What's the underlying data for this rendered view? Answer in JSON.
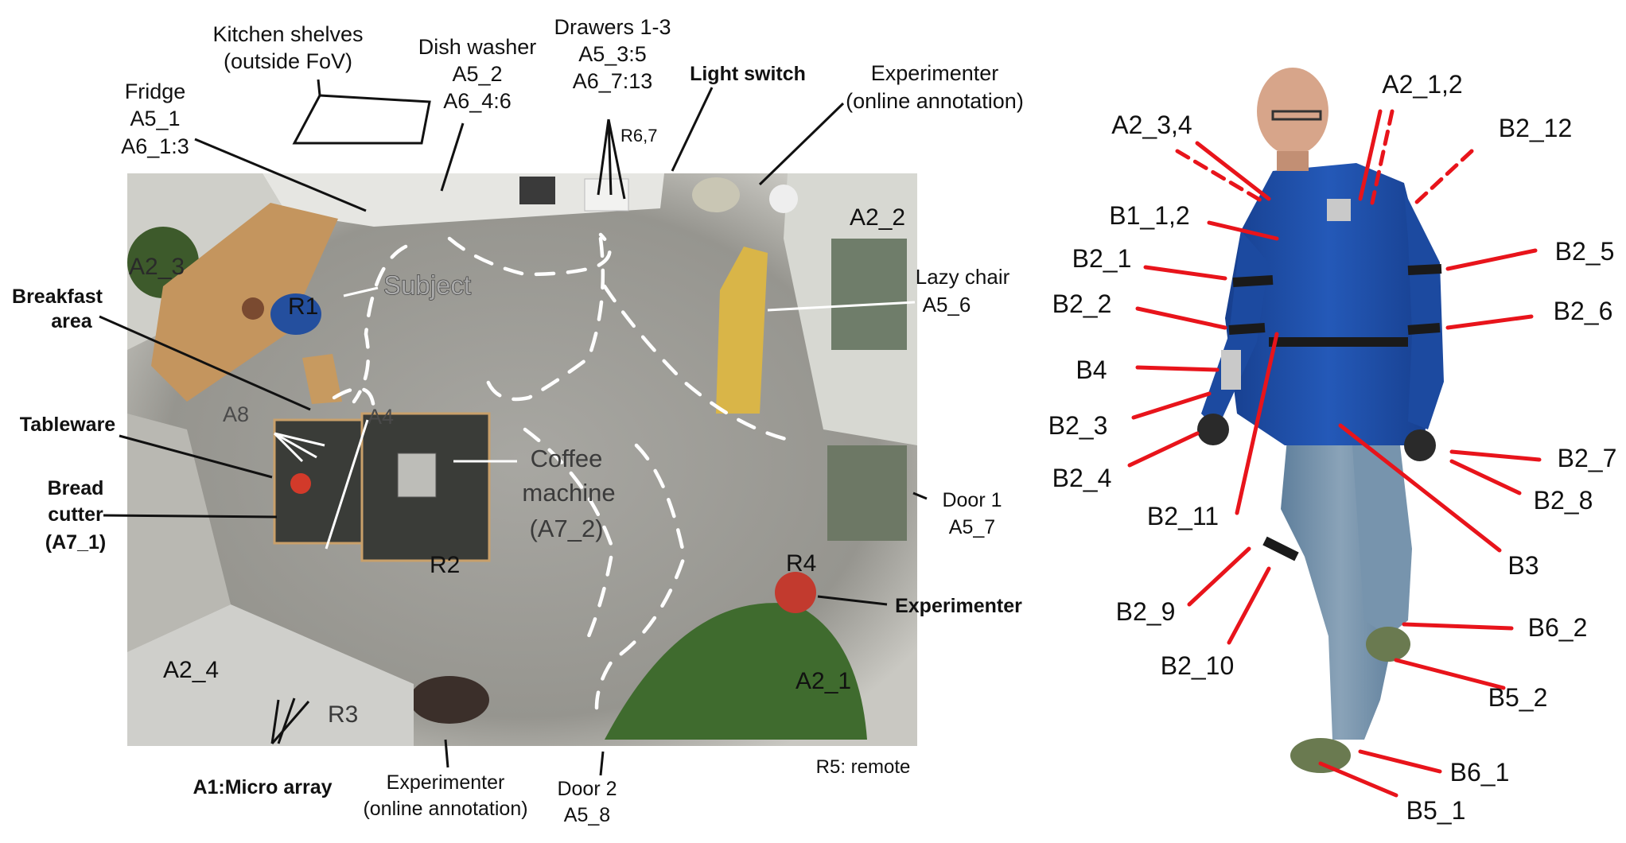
{
  "room": {
    "kitchen_shelves": [
      "Kitchen shelves",
      "(outside FoV)"
    ],
    "dish_washer": [
      "Dish washer",
      "A5_2",
      "A6_4:6"
    ],
    "drawers": [
      "Drawers 1-3",
      "A5_3:5",
      "A6_7:13"
    ],
    "light_switch": "Light switch",
    "experimenter_top": [
      "Experimenter",
      "(online annotation)"
    ],
    "fridge": [
      "Fridge",
      "A5_1",
      "A6_1:3"
    ],
    "r67": "R6,7",
    "a2_2": "A2_2",
    "a2_3": "A2_3",
    "subject": "Subject",
    "r1": "R1",
    "lazy_chair": [
      "Lazy chair",
      "A5_6"
    ],
    "breakfast_area": [
      "Breakfast",
      "area"
    ],
    "a8": "A8",
    "a4": "A4",
    "tableware": "Tableware",
    "coffee_machine": [
      "Coffee",
      "machine",
      "(A7_2)"
    ],
    "bread_cutter": [
      "Bread",
      "cutter",
      "(A7_1)"
    ],
    "door1": [
      "Door 1",
      "A5_7"
    ],
    "r2": "R2",
    "r4": "R4",
    "experimenter_right": "Experimenter",
    "a2_4": "A2_4",
    "a2_1": "A2_1",
    "r3": "R3",
    "micro_array": "A1:Micro array",
    "experimenter_bottom": [
      "Experimenter",
      "(online annotation)"
    ],
    "door2": [
      "Door 2",
      "A5_8"
    ],
    "r5": "R5: remote"
  },
  "body": {
    "a2_3_4": "A2_3,4",
    "a2_1_2": "A2_1,2",
    "b2_12": "B2_12",
    "b1_1_2": "B1_1,2",
    "b2_1": "B2_1",
    "b2_5": "B2_5",
    "b2_2": "B2_2",
    "b2_6": "B2_6",
    "b4": "B4",
    "b2_3": "B2_3",
    "b2_7": "B2_7",
    "b2_4": "B2_4",
    "b2_8": "B2_8",
    "b2_11": "B2_11",
    "b3": "B3",
    "b2_9": "B2_9",
    "b2_10": "B2_10",
    "b6_2": "B6_2",
    "b5_2": "B5_2",
    "b6_1": "B6_1",
    "b5_1": "B5_1"
  },
  "colors": {
    "marker_red": "#e8141b",
    "jacket_blue": "#1e4fa8",
    "floor_gray": "#9b9a95"
  }
}
